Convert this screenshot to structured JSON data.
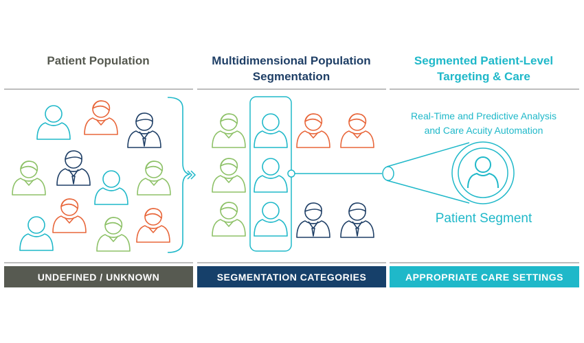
{
  "columns": {
    "population": {
      "title": "Patient Population",
      "footer": "UNDEFINED / UNKNOWN"
    },
    "segmentation": {
      "title": "Multidimensional Population\nSegmentation",
      "footer": "SEGMENTATION CATEGORIES"
    },
    "targeting": {
      "title": "Segmented Patient-Level\nTargeting & Care",
      "footer": "APPROPRIATE CARE SETTINGS"
    }
  },
  "analysis_text": "Real-Time and Predictive Analysis\nand Care Acuity Automation",
  "segment_label": "Patient Segment",
  "colors": {
    "gray": "#55584f",
    "navy": "#1f3f66",
    "teal": "#1fb8c9",
    "orange": "#e8663a",
    "green": "#8dc167"
  },
  "icons": {
    "generic": "person-icon",
    "female": "woman-icon",
    "male_suit": "businessman-icon",
    "bracket": "curly-brace",
    "arrow": "double-chevron-right-icon",
    "magnifier": "spotlight-lens-icon"
  }
}
